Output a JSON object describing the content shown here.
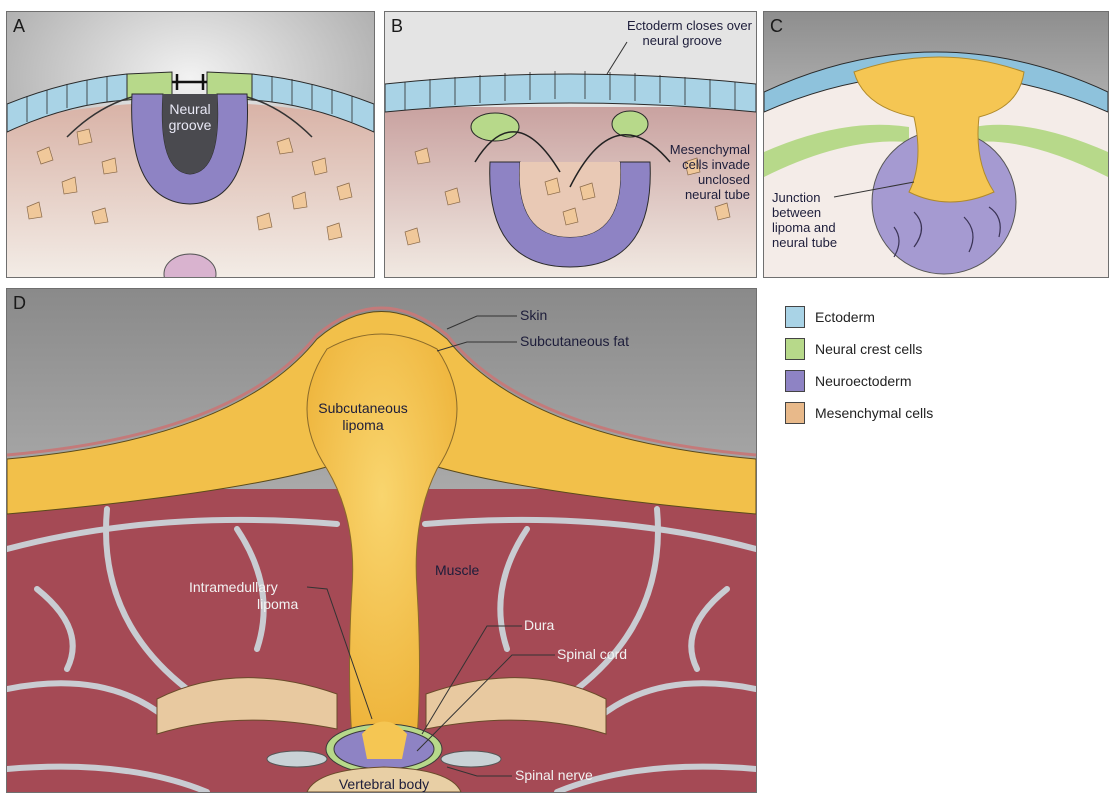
{
  "panels": {
    "a": {
      "letter": "A",
      "label_neural_groove_1": "Neural",
      "label_neural_groove_2": "groove"
    },
    "b": {
      "letter": "B",
      "label_ectoderm_1": "Ectoderm closes over",
      "label_ectoderm_2": "neural groove",
      "label_mesenchymal_1": "Mesenchymal",
      "label_mesenchymal_2": "cells invade",
      "label_mesenchymal_3": "unclosed",
      "label_mesenchymal_4": "neural tube"
    },
    "c": {
      "letter": "C",
      "label_junction_1": "Junction",
      "label_junction_2": "between",
      "label_junction_3": "lipoma and",
      "label_junction_4": "neural tube"
    },
    "d": {
      "letter": "D",
      "label_skin": "Skin",
      "label_subcutaneous_fat": "Subcutaneous fat",
      "label_lipoma_1": "Subcutaneous",
      "label_lipoma_2": "lipoma",
      "label_muscle": "Muscle",
      "label_intramedullary_1": "Intramedullary",
      "label_intramedullary_2": "lipoma",
      "label_dura": "Dura",
      "label_spinal_cord": "Spinal cord",
      "label_spinal_nerve": "Spinal nerve",
      "label_vertebral_body": "Vertebral body"
    }
  },
  "legend": {
    "items": [
      {
        "label": "Ectoderm",
        "color": "#a9d3e6"
      },
      {
        "label": "Neural crest cells",
        "color": "#b7d98a"
      },
      {
        "label": "Neuroectoderm",
        "color": "#8e83c4"
      },
      {
        "label": "Mesenchymal cells",
        "color": "#e8b98a"
      }
    ]
  },
  "colors": {
    "ectoderm": "#a9d3e6",
    "neural_crest": "#b7d98a",
    "neuroectoderm": "#8e83c4",
    "mesenchyme": "#e8c9a8",
    "fat": "#f5c653",
    "muscle": "#a54a55",
    "fascia": "#c9ccd2"
  }
}
